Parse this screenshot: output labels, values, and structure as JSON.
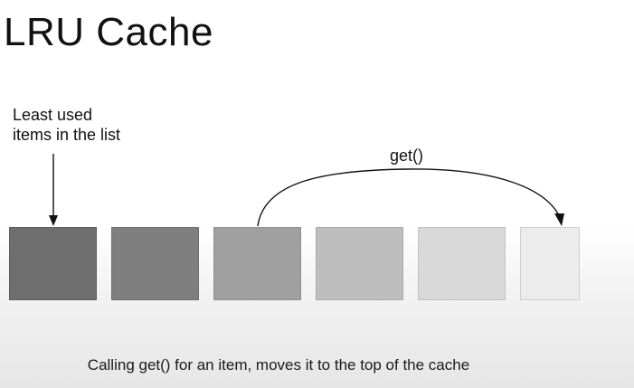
{
  "slide": {
    "title": "LRU Cache",
    "callout_line1": "Least used",
    "callout_line2": "items in the list",
    "arrow_label": "get()",
    "caption": "Calling get() for an item, moves it to the top of the cache"
  },
  "cache_items": [
    {
      "color": "#6e6e6e",
      "border": "#5e5e5e"
    },
    {
      "color": "#7f7f7f",
      "border": "#6f6f6f"
    },
    {
      "color": "#a0a0a0",
      "border": "#8f8f8f"
    },
    {
      "color": "#bebebe",
      "border": "#aaaaaa"
    },
    {
      "color": "#d9d9d9",
      "border": "#c2c2c2"
    },
    {
      "color": "#ececec",
      "border": "#cfcfcf"
    }
  ],
  "colors": {
    "text": "#111111",
    "arrow": "#111111"
  },
  "icons": {
    "pointer_arrow": "arrow-down-icon",
    "move_arrow": "curved-arrow-icon"
  }
}
